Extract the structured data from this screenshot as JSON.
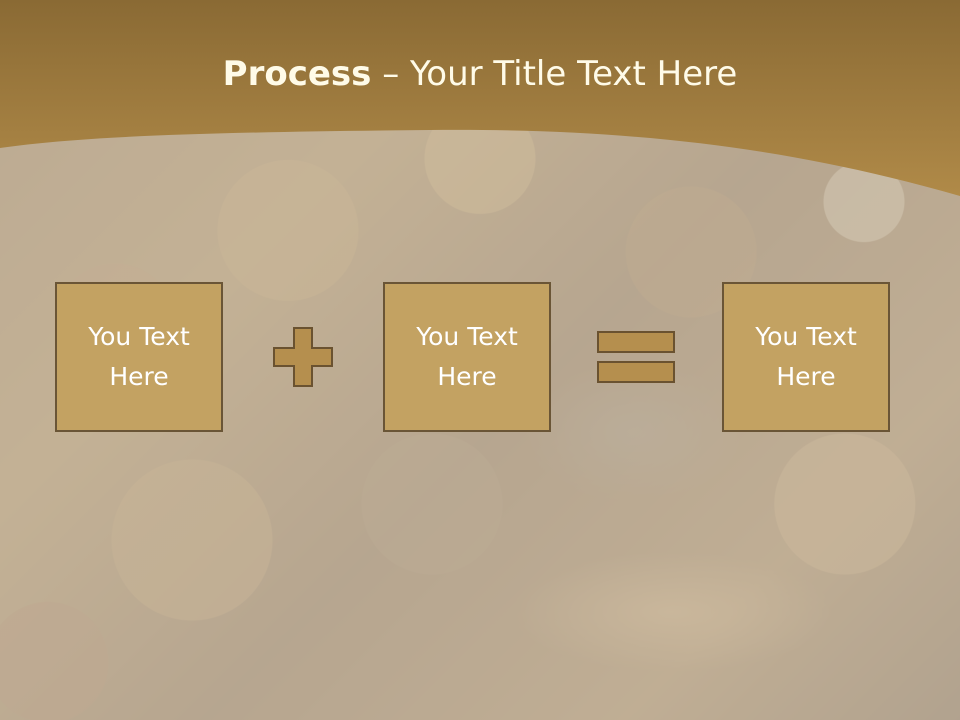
{
  "slide": {
    "title_bold": "Process",
    "title_sep": " – ",
    "title_rest": "Your Title Text Here",
    "boxes": [
      {
        "text": "You Text\nHere"
      },
      {
        "text": "You Text\nHere"
      },
      {
        "text": "You Text\nHere"
      }
    ],
    "operators": [
      "plus-icon",
      "equals-icon"
    ]
  },
  "colors": {
    "header_band": "#a98545",
    "box_fill": "#c3a262",
    "box_border": "#6a5536",
    "operator_fill": "#b58f4e",
    "operator_stroke": "#6a5230"
  }
}
